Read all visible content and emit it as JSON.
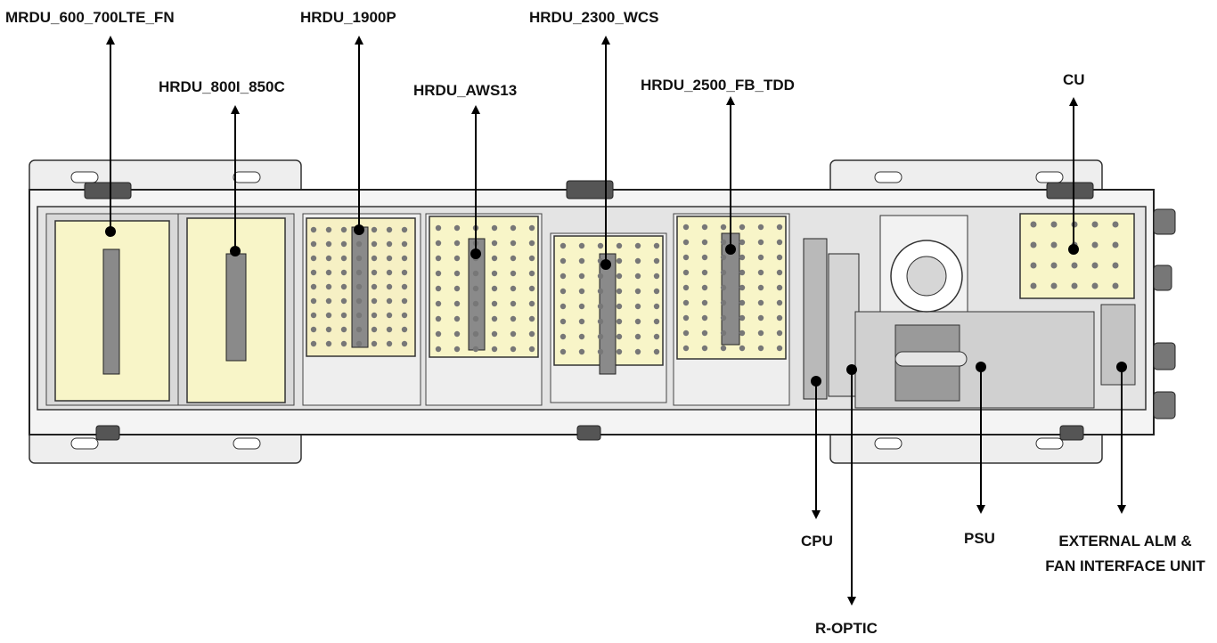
{
  "diagram": {
    "labels": {
      "mrdu_600": "MRDU_600_700LTE_FN",
      "hrdu_800": "HRDU_800I_850C",
      "hrdu_1900": "HRDU_1900P",
      "hrdu_aws": "HRDU_AWS13",
      "hrdu_2300": "HRDU_2300_WCS",
      "hrdu_2500": "HRDU_2500_FB_TDD",
      "cu": "CU",
      "cpu": "CPU",
      "r_optic": "R-OPTIC",
      "psu": "PSU",
      "ext_alm": "EXTERNAL ALM & FAN INTERFACE UNIT"
    }
  },
  "colors": {
    "module_fill": "#f8f5c8",
    "chassis_fill": "#e6e6e6",
    "outline": "#1a1a1a",
    "arrow": "#000000"
  }
}
